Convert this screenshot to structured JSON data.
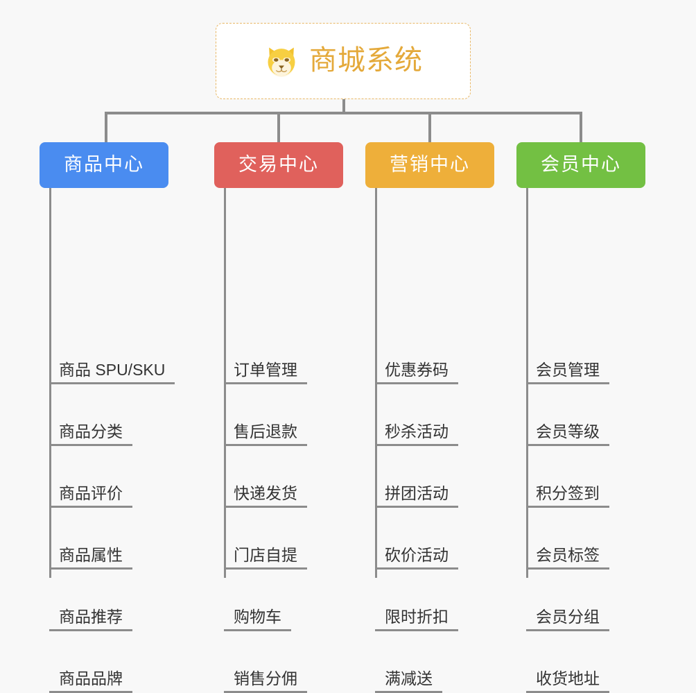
{
  "background_color": "#f8f8f8",
  "root": {
    "title": "商城系统",
    "icon": "shiba-dog-icon",
    "text_color": "#e4a93a",
    "border_color": "#e8b765",
    "background_color": "#ffffff"
  },
  "connector_color": "#8c8c8c",
  "columns": [
    {
      "id": "product-center",
      "label": "商品中心",
      "color": "#4a8cf0",
      "items": [
        "商品 SPU/SKU",
        "商品分类",
        "商品评价",
        "商品属性",
        "商品推荐",
        "商品品牌"
      ]
    },
    {
      "id": "trade-center",
      "label": "交易中心",
      "color": "#e0615c",
      "items": [
        "订单管理",
        "售后退款",
        "快递发货",
        "门店自提",
        "购物车",
        "销售分佣"
      ]
    },
    {
      "id": "marketing-center",
      "label": "营销中心",
      "color": "#eeaf3a",
      "items": [
        "优惠券码",
        "秒杀活动",
        "拼团活动",
        "砍价活动",
        "限时折扣",
        "满减送"
      ]
    },
    {
      "id": "member-center",
      "label": "会员中心",
      "color": "#73c043",
      "items": [
        "会员管理",
        "会员等级",
        "积分签到",
        "会员标签",
        "会员分组",
        "收货地址"
      ]
    }
  ]
}
